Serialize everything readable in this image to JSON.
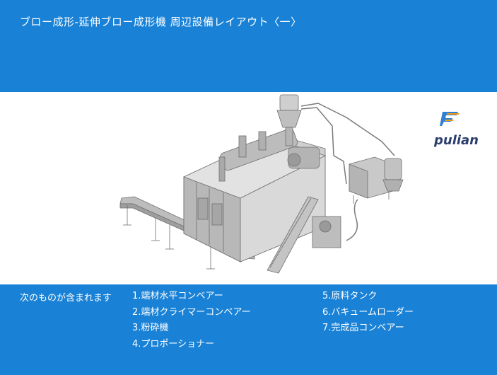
{
  "header": {
    "title": "ブロー成形-延伸ブロー成形機 周辺設備レイアウト〈一〉"
  },
  "logo": {
    "text": "pulian",
    "icon": "pulian-logo-icon",
    "colors": {
      "orange": "#f39c12",
      "blue": "#2f7fd3",
      "navy": "#2c3e6e"
    }
  },
  "illustration": {
    "icon": "blow-molding-equipment-illustration"
  },
  "equipment": {
    "intro": "次のものが含まれます",
    "items_left": [
      "1.端材水平コンベアー",
      "2.端材クライマーコンベアー",
      "3.粉砕機",
      "4.プロポーショナー"
    ],
    "items_right": [
      "5.原料タンク",
      "6.バキュームローダー",
      "7.完成品コンベアー"
    ]
  },
  "colors": {
    "band_blue": "#1a82d6",
    "panel_white": "#ffffff",
    "text_white": "#ffffff"
  }
}
